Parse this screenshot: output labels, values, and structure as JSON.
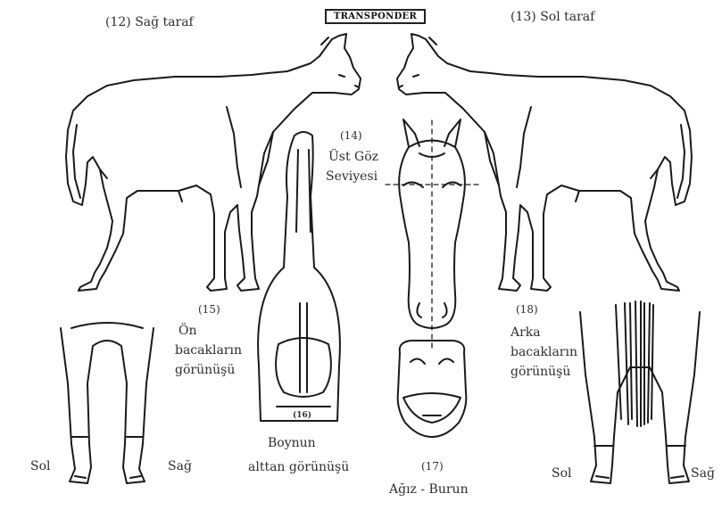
{
  "transponder": "TRANSPONDER",
  "right_side": "(12) Sağ taraf",
  "left_side": "(13) Sol taraf",
  "eye_level": {
    "num": "(14)",
    "line1": "Üst Göz",
    "line2": "Seviyesi"
  },
  "front_legs": {
    "num": "(15)",
    "line1": "Ön",
    "line2": "bacakların",
    "line3": "görünüşü"
  },
  "neck_view": {
    "marker": "(16)",
    "line1": "Boynun",
    "line2": "alttan görünüşü"
  },
  "muzzle": {
    "num": "(17)",
    "label": "Ağız - Burun"
  },
  "hind_legs": {
    "num": "(18)",
    "line1": "Arka",
    "line2": "bacakların",
    "line3": "görünüşü"
  },
  "front_sol": "Sol",
  "front_sag": "Sağ",
  "hind_sol": "Sol",
  "hind_sag": "Sağ",
  "colors": {
    "ink": "#1a1a1a",
    "text": "#2e2e2e",
    "background": "#ffffff"
  }
}
